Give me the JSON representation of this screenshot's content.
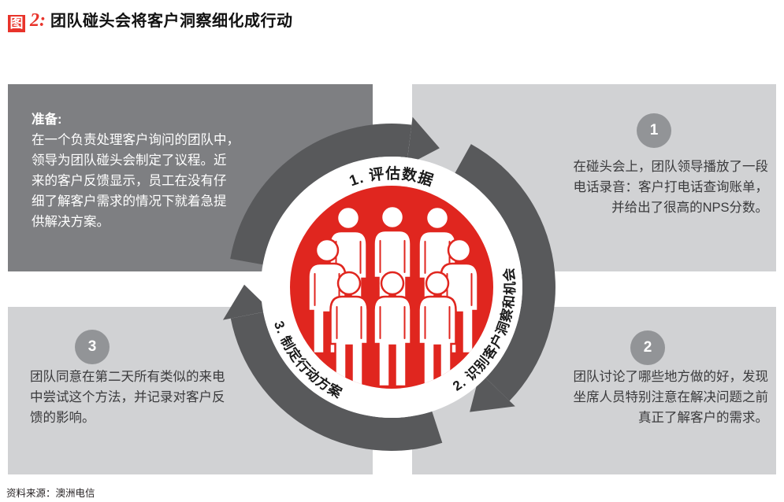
{
  "title": {
    "prefix": "图",
    "number": "2:",
    "text": "团队碰头会将客户洞察细化成行动"
  },
  "panels": {
    "prepare": {
      "heading": "准备:",
      "lines": [
        "在一个负责处理客户询问的团队中，",
        "领导为团队碰头会制定了议程。近",
        "来的客户反馈显示，员工在没有仔",
        "细了解客户需求的情况下就着急提",
        "供解决方案。"
      ]
    },
    "step1": {
      "badge": "1",
      "lines": [
        "在碰头会上，团队领导播放了一段",
        "电话录音：客户打电话查询账单，",
        "并给出了很高的NPS分数。"
      ]
    },
    "step2": {
      "badge": "2",
      "lines": [
        "团队讨论了哪些地方做的好，发现",
        "坐席人员特别注意在解决问题之前",
        "真正了解客户的需求。"
      ]
    },
    "step3": {
      "badge": "3",
      "lines": [
        "团队同意在第二天所有类似的来电",
        "中尝试这个方法，并记录对客户反",
        "馈的影响。"
      ]
    }
  },
  "cycle": {
    "step1_label": "1. 评估数据",
    "step2_label": "2. 识别客户洞察和机会",
    "step3_label": "3. 制定行动方案",
    "people_count": "8"
  },
  "source": "资料来源：澳洲电信",
  "colors": {
    "red": "#e0261f",
    "ring_gray": "#58595b",
    "panel_dark": "#7e7f82",
    "panel_light": "#d1d2d4",
    "badge_gray": "#929497",
    "title_red": "#e8332a"
  }
}
